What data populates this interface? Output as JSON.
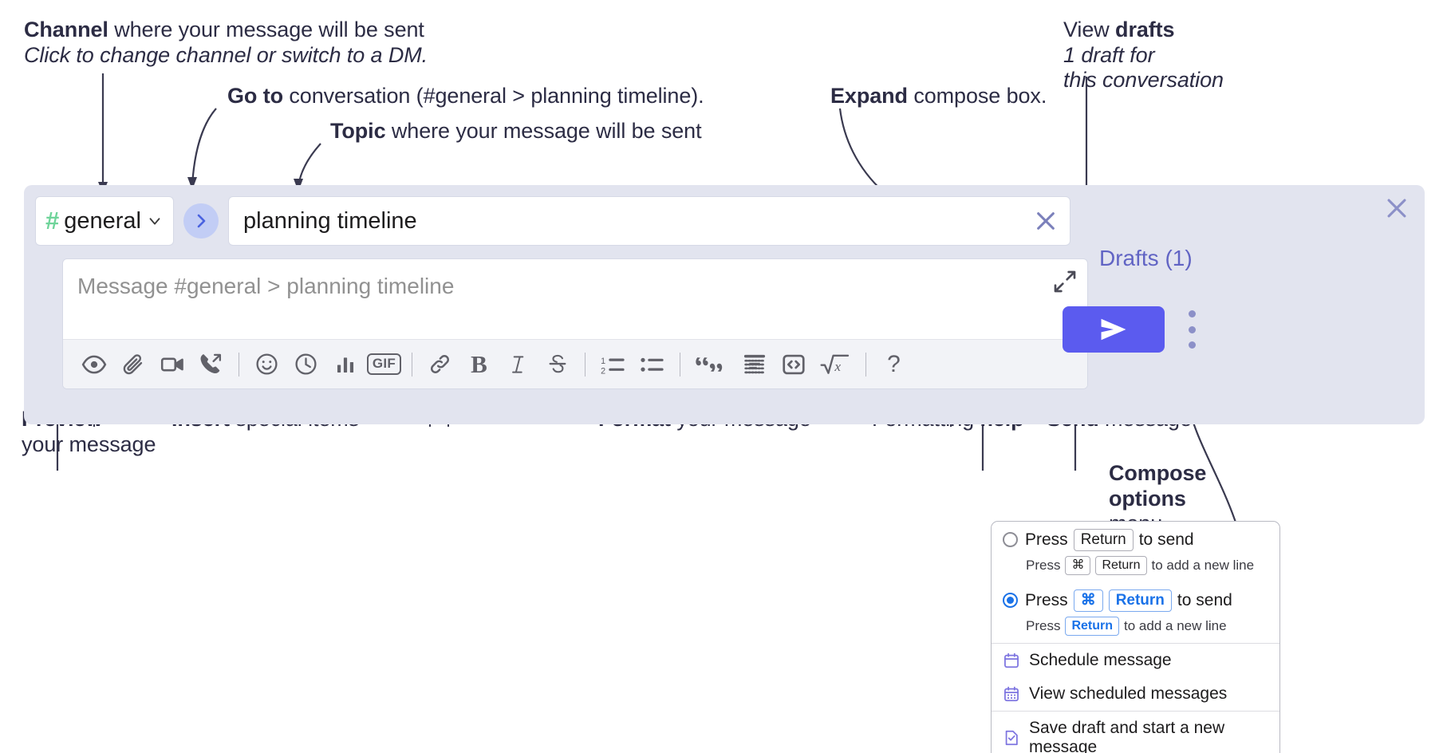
{
  "annotations": {
    "channel": {
      "bold": "Channel",
      "rest": " where your message will be sent",
      "italic": "Click to change channel or switch to a DM."
    },
    "goto": {
      "bold": "Go to",
      "rest": " conversation (#general > planning timeline)."
    },
    "topic": {
      "bold": "Topic",
      "rest": " where your message will be sent"
    },
    "expand": {
      "bold": "Expand",
      "rest": " compose box."
    },
    "drafts": {
      "pre": "View ",
      "bold": "drafts",
      "italic1": "1 draft for",
      "italic2": "this conversation"
    },
    "preview": {
      "bold": "Preview",
      "line2": "your message"
    },
    "insert": {
      "bold": "Insert",
      "rest": " special items"
    },
    "format": {
      "bold": "Format",
      "rest": " your message"
    },
    "help": {
      "pre": "Formatting ",
      "bold": "help"
    },
    "send": {
      "bold": "Send",
      "rest": " message"
    },
    "compose_options": {
      "bold1": "Compose",
      "bold2": "options",
      "rest": "menu"
    }
  },
  "compose": {
    "channel": {
      "hash": "#",
      "name": "general"
    },
    "topic_value": "planning timeline",
    "message_placeholder": "Message #general > planning timeline",
    "drafts_label": "Drafts (1)",
    "toolbar": [
      {
        "name": "preview-icon",
        "label": "Preview"
      },
      {
        "name": "attachment-icon",
        "label": "Attach file"
      },
      {
        "name": "video-icon",
        "label": "Video clip"
      },
      {
        "name": "huddle-icon",
        "label": "Audio clip"
      },
      {
        "name": "separator",
        "label": ""
      },
      {
        "name": "emoji-icon",
        "label": "Emoji"
      },
      {
        "name": "reminder-icon",
        "label": "Reminder"
      },
      {
        "name": "poll-icon",
        "label": "Poll"
      },
      {
        "name": "gif-icon",
        "label": "GIF"
      },
      {
        "name": "separator",
        "label": ""
      },
      {
        "name": "link-icon",
        "label": "Link"
      },
      {
        "name": "bold-icon",
        "label": "B"
      },
      {
        "name": "italic-icon",
        "label": "I"
      },
      {
        "name": "strikethrough-icon",
        "label": "S"
      },
      {
        "name": "separator",
        "label": ""
      },
      {
        "name": "ordered-list-icon",
        "label": "Ordered list"
      },
      {
        "name": "bulleted-list-icon",
        "label": "Bulleted list"
      },
      {
        "name": "separator",
        "label": ""
      },
      {
        "name": "blockquote-icon",
        "label": "Blockquote"
      },
      {
        "name": "code-block-icon",
        "label": "Code block"
      },
      {
        "name": "inline-code-icon",
        "label": "Code"
      },
      {
        "name": "math-icon",
        "label": "Math"
      },
      {
        "name": "separator",
        "label": ""
      },
      {
        "name": "help-icon",
        "label": "?"
      }
    ],
    "gif_label": "GIF",
    "bold_label": "B",
    "italic_label": "I",
    "strike_label": "S",
    "help_label": "?",
    "math_label": "x"
  },
  "menu": {
    "options": [
      {
        "selected": false,
        "pre": "Press",
        "key": "Return",
        "post": "to send",
        "sub_pre": "Press",
        "sub_key1": "⌘",
        "sub_key2": "Return",
        "sub_post": "to add a new line"
      },
      {
        "selected": true,
        "pre": "Press",
        "key1": "⌘",
        "key2": "Return",
        "post": "to send",
        "sub_pre": "Press",
        "sub_key": "Return",
        "sub_post": "to add a new line"
      }
    ],
    "items": [
      {
        "icon": "calendar-icon",
        "label": "Schedule message"
      },
      {
        "icon": "calendar-grid-icon",
        "label": "View scheduled messages"
      },
      {
        "icon": "save-draft-icon",
        "label": "Save draft and start a new message"
      }
    ]
  },
  "colors": {
    "compose_bg": "#e2e4ef",
    "send_button": "#5b5bef",
    "accent_link": "#6164c4",
    "hash_green": "#6fd49a",
    "radio_blue": "#1a72e8",
    "menu_icon_purple": "#7d74e0"
  }
}
